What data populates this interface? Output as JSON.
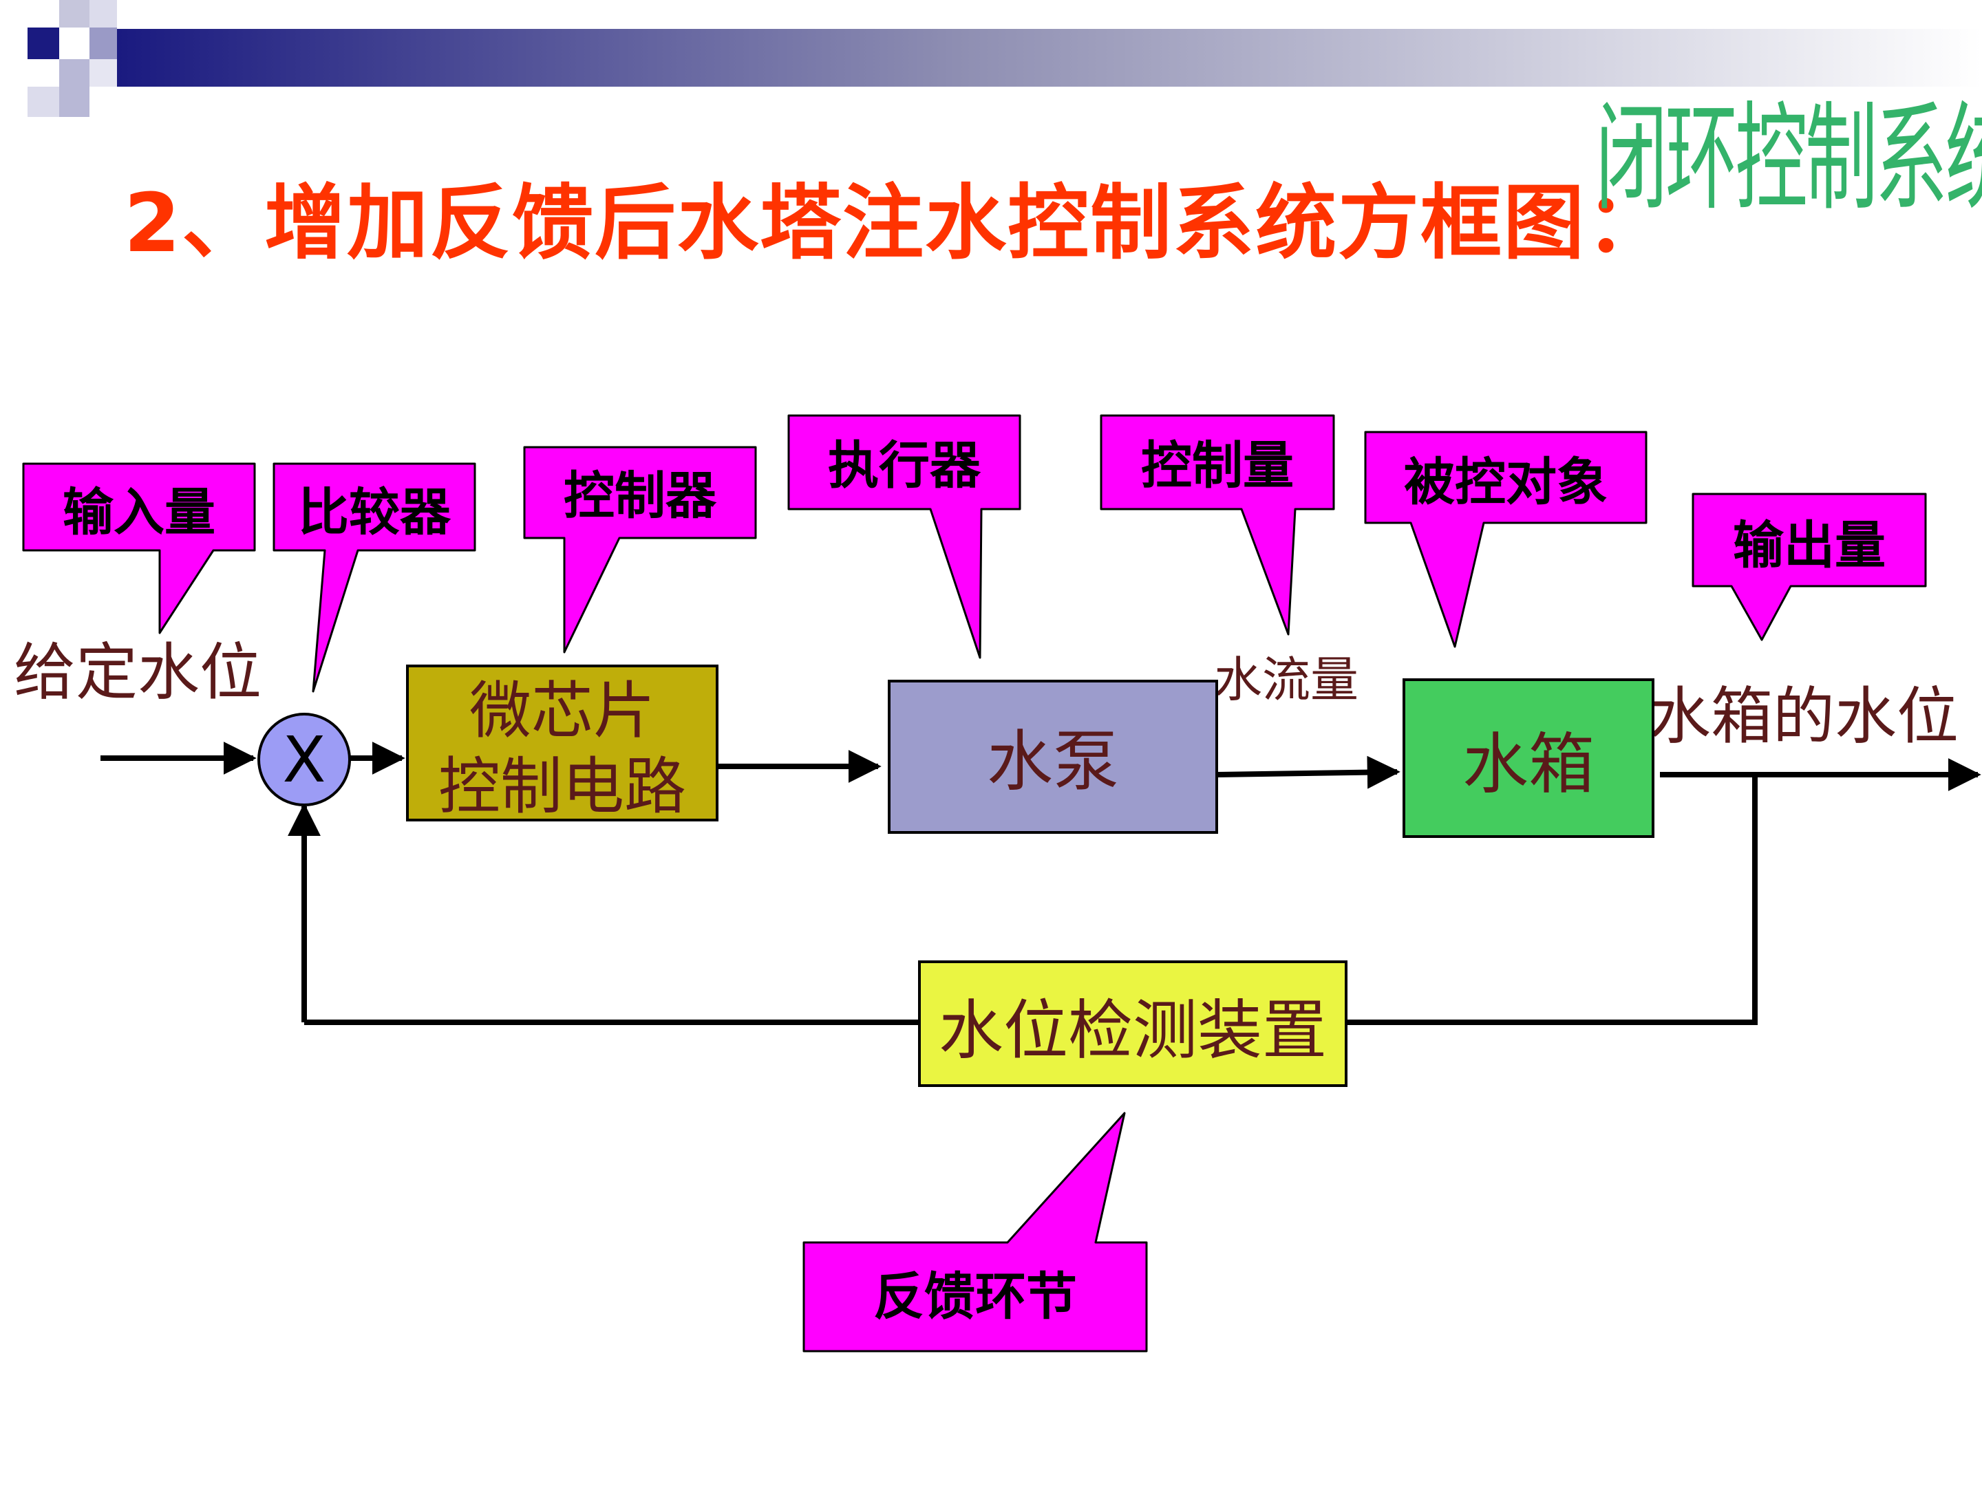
{
  "title": "2、增加反馈后水塔注水控制系统方框图：",
  "corner_title": "闭环控制系统",
  "callouts": {
    "input": "输入量",
    "comparator": "比较器",
    "controller": "控制器",
    "actuator": "执行器",
    "control_var": "控制量",
    "plant": "被控对象",
    "output": "输出量",
    "feedback": "反馈环节"
  },
  "signals": {
    "setpoint": "给定水位",
    "flow": "水流量",
    "output_level": "水箱的水位"
  },
  "blocks": {
    "comparator_symbol": "X",
    "controller_line1": "微芯片",
    "controller_line2": "控制电路",
    "pump": "水泵",
    "tank": "水箱",
    "sensor": "水位检测装置"
  },
  "colors": {
    "title": "#ff3300",
    "corner_title": "#34b36a",
    "callout_fill": "#ff00ff",
    "controller_block": "#bfae0a",
    "pump_block": "#9c9ccc",
    "tank_block": "#44cc5e",
    "sensor_block": "#eaf542",
    "comparator": "#9c9cf5",
    "block_text": "#5a1a1a"
  }
}
